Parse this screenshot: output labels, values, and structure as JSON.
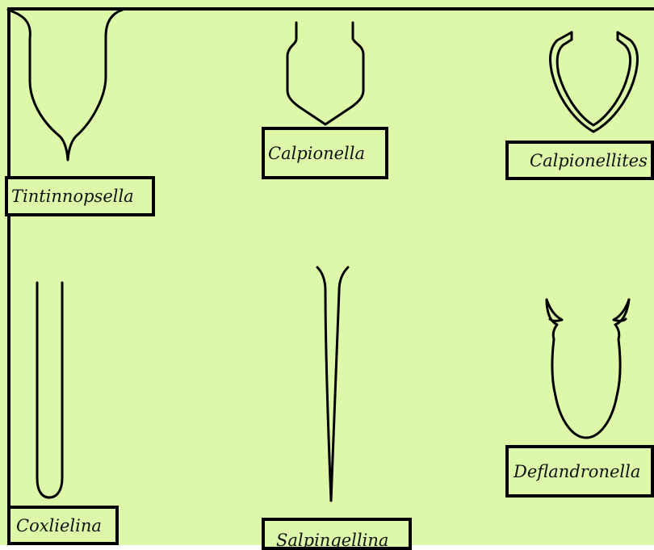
{
  "labels": {
    "tintinnopsella": "Tintinnopsella",
    "calpionella": "Calpionella",
    "calpionellites": "Calpionellites",
    "coxlielina": "Coxlielina",
    "salpingellina": "Salpingellina",
    "deflandronella": "Deflandronella"
  },
  "colors": {
    "background": "#dcf8a8",
    "ink": "#000000"
  }
}
